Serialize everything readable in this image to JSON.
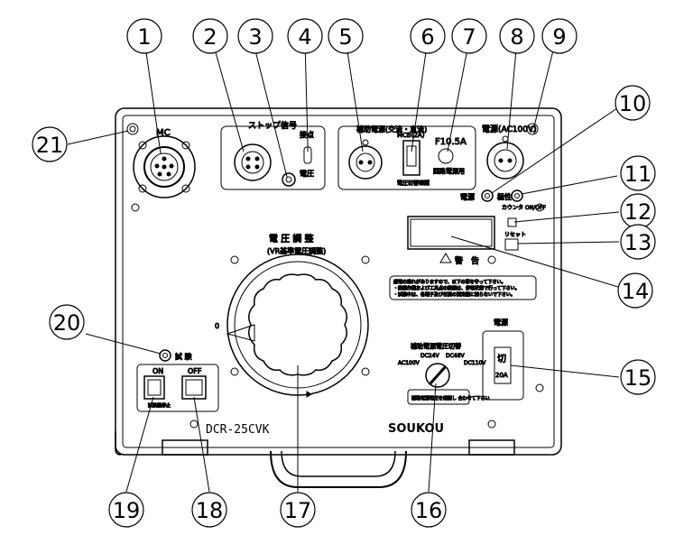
{
  "callouts": [
    "1",
    "2",
    "3",
    "4",
    "5",
    "6",
    "7",
    "8",
    "9",
    "10",
    "11",
    "12",
    "13",
    "14",
    "15",
    "16",
    "17",
    "18",
    "19",
    "20",
    "21"
  ],
  "panel": {
    "mc_label": "MC",
    "stop_signal": "ストップ信号",
    "switch_top": "接点",
    "switch_bottom": "電圧",
    "aux_power": "補助電源(交流・直流)",
    "aux_fuse": "MCB(2A)",
    "aux_switch_label": "電圧切替確認",
    "fuse_rating": "F10.5A",
    "fuse_label": "回路電源用",
    "mains_label": "電源(AC100V)",
    "power_label": "電源",
    "polarity_label": "極性",
    "counter_onoff": "カウンタ ON/OFF",
    "reset_label": "リセット",
    "voltage_adjust_title": "電 圧 調 整",
    "voltage_adjust_sub": "(VR基準電圧調整)",
    "warning_title": "警　告",
    "warning_lines": [
      "感電の恐れがありますので、以下の事を守って下さい。",
      "・接続作業および工具点の接続は、停電状態で行って下さい。",
      "・試験中は、各端子及び付属の測定器に触らないで下さい。"
    ],
    "aux_selector_title": "補助電源電圧切替",
    "selector_ac100": "AC100V",
    "selector_dc24": "DC24V",
    "selector_dc48": "DC48V",
    "selector_dc110": "DC110V",
    "selector_note": "補助電源電圧を確認し\n合わせて下さい",
    "breaker_title": "電源",
    "breaker_text": "切",
    "breaker_rating": "20A",
    "test_label": "試 験",
    "on_label": "ON",
    "off_label": "OFF",
    "on_note": "試験器停止",
    "model": "DCR-25CVK",
    "brand": "SOUKOU",
    "dial_mark": "0"
  }
}
